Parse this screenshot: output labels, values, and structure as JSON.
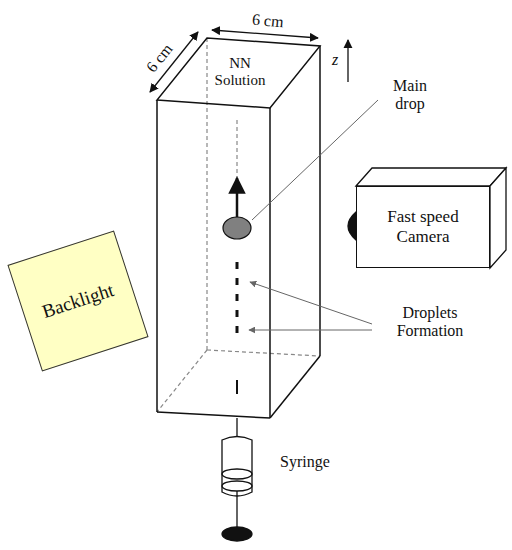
{
  "diagram": {
    "nodes": [
      {
        "text": [
          "Backlight"
        ]
      },
      {
        "text": [
          "Fast speed Camera"
        ]
      }
    ],
    "labels": [
      "6 cm",
      "6 cm",
      "NN Solution",
      "z",
      "Main drop",
      "Droplets Formation",
      "Syringe"
    ]
  }
}
